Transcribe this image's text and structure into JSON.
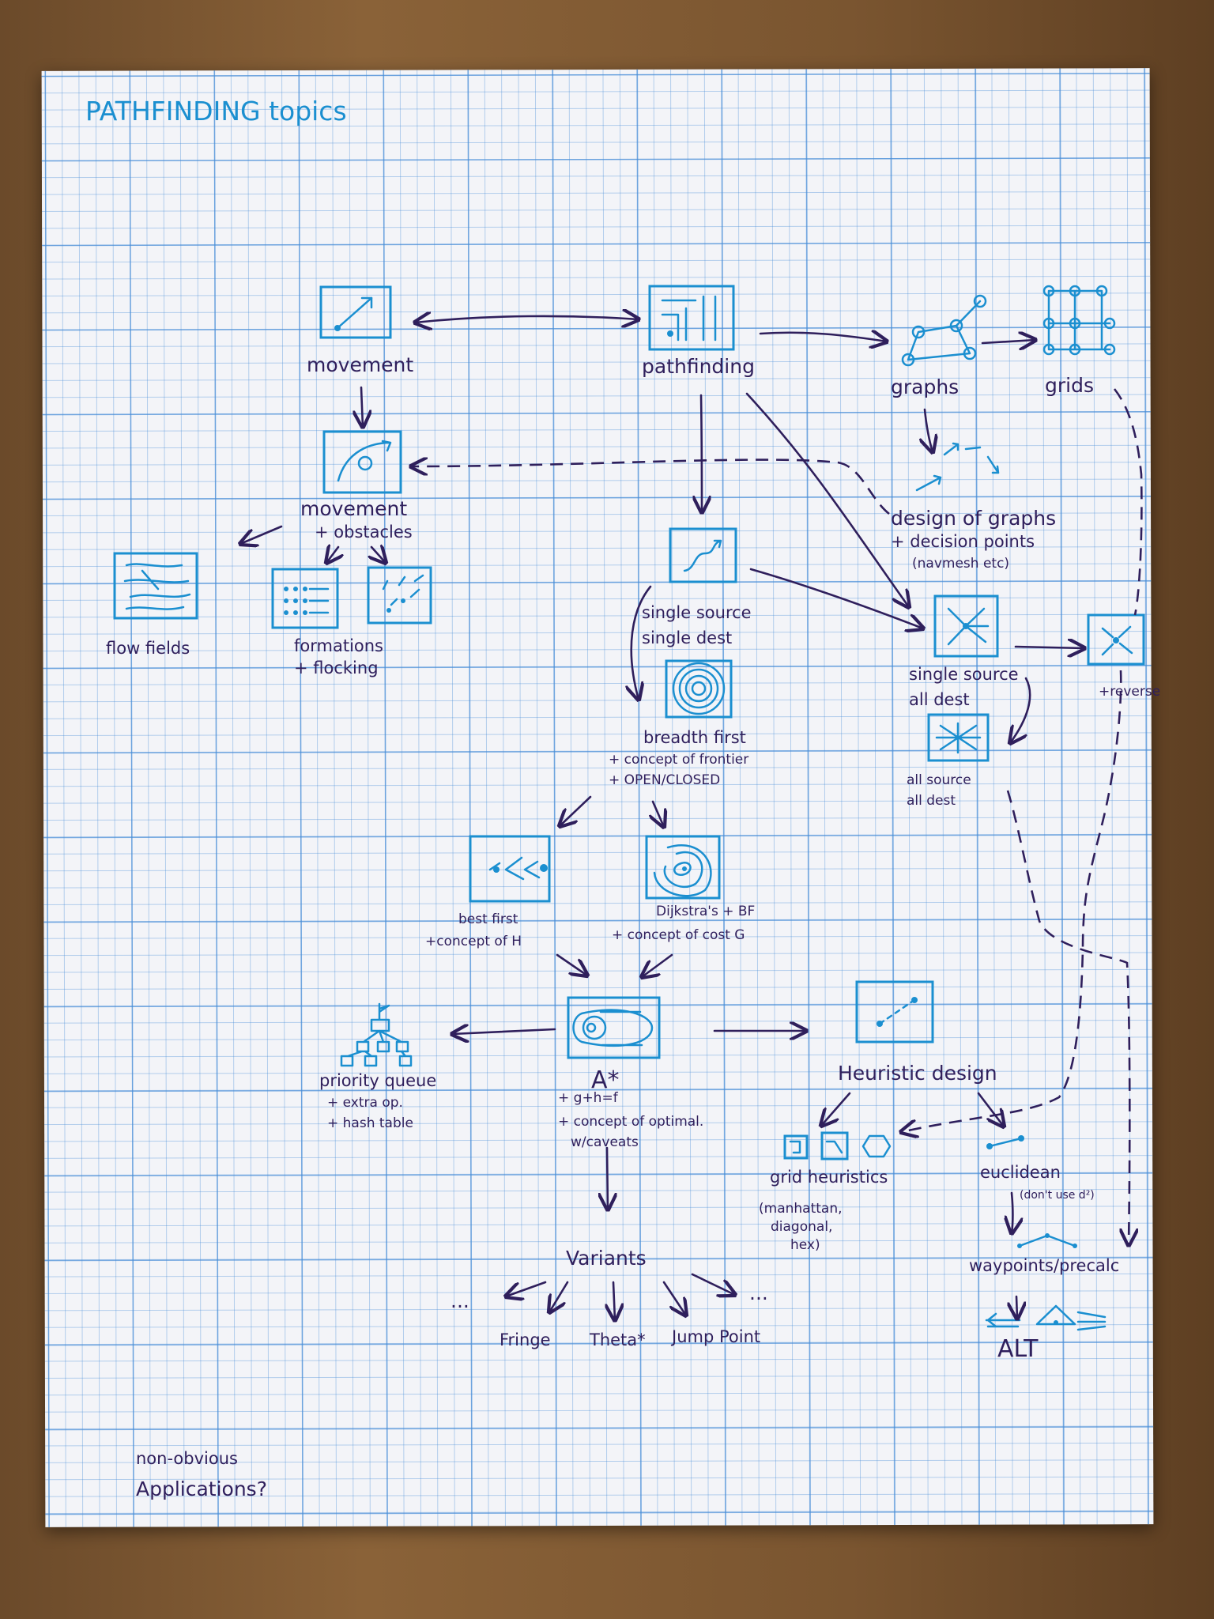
{
  "title": "PATHFINDING   topics",
  "nodes": {
    "movement": "movement",
    "pathfinding": "pathfinding",
    "graphs": "graphs",
    "grids": "grids",
    "movement_obstacles_1": "movement",
    "movement_obstacles_2": "+ obstacles",
    "design_graphs_1": "design of graphs",
    "design_graphs_2": "+ decision points",
    "design_graphs_3": "(navmesh etc)",
    "flow_fields": "flow fields",
    "formations_1": "formations",
    "formations_2": "+ flocking",
    "single_single_1": "single source",
    "single_single_2": "single dest",
    "single_all_1": "single source",
    "single_all_2": "all dest",
    "reverse": "+reverse",
    "all_all_1": "all source",
    "all_all_2": "all dest",
    "breadth_1": "breadth first",
    "breadth_2": "+ concept of frontier",
    "breadth_3": "+ OPEN/CLOSED",
    "best_first_1": "best first",
    "best_first_2": "+concept of H",
    "dijkstra_1": "Dijkstra's + BF",
    "dijkstra_2": "+ concept of cost G",
    "priority_1": "priority queue",
    "priority_2": "+ extra op.",
    "priority_3": "+ hash table",
    "astar_1": "A*",
    "astar_2": "+ g+h=f",
    "astar_3": "+ concept of optimal.",
    "astar_4": "w/caveats",
    "heuristic": "Heuristic design",
    "grid_heur_1": "grid heuristics",
    "grid_heur_2": "(manhattan,",
    "grid_heur_3": "diagonal,",
    "grid_heur_4": "hex)",
    "euclidean_1": "euclidean",
    "euclidean_2": "(don't use d²)",
    "waypoints": "waypoints/precalc",
    "alt": "ALT",
    "variants": "Variants",
    "ellipsis_left": "...",
    "ellipsis_right": "...",
    "fringe": "Fringe",
    "theta": "Theta*",
    "jump_point": "Jump Point",
    "nonobvious_1": "non-obvious",
    "nonobvious_2": "Applications?"
  },
  "colors": {
    "ink_purple": "#2f1f5c",
    "ink_blue": "#1b8fd0",
    "paper": "#f3f4f8"
  }
}
